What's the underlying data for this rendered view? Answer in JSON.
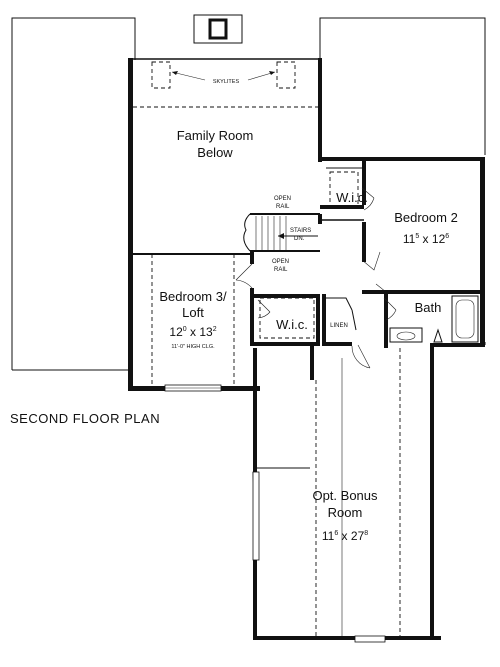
{
  "plan_title": "SECOND FLOOR PLAN",
  "labels": {
    "skylites": "SKYLITES",
    "family_room": [
      "Family Room",
      "Below"
    ],
    "open_rail_1": [
      "OPEN",
      "RAIL"
    ],
    "open_rail_2": [
      "OPEN",
      "RAIL"
    ],
    "stairs": [
      "STAIRS",
      "DN."
    ],
    "wic_1": "W.i.c.",
    "wic_2": "W.i.c.",
    "linen": "LINEN",
    "bath": "Bath",
    "bedroom2": {
      "name": "Bedroom 2",
      "dim_w": "11",
      "dim_w_sup": "5",
      "dim_sep": " x ",
      "dim_l": "12",
      "dim_l_sup": "6"
    },
    "bedroom3": {
      "name": [
        "Bedroom 3/",
        "Loft"
      ],
      "dim_w": "12",
      "dim_w_sup": "0",
      "dim_sep": " x ",
      "dim_l": "13",
      "dim_l_sup": "2",
      "ceiling": "11'-0\" HIGH CLG."
    },
    "bonus": {
      "name": [
        "Opt. Bonus",
        "Room"
      ],
      "dim_w": "11",
      "dim_w_sup": "6",
      "dim_sep": " x ",
      "dim_l": "27",
      "dim_l_sup": "8"
    }
  }
}
